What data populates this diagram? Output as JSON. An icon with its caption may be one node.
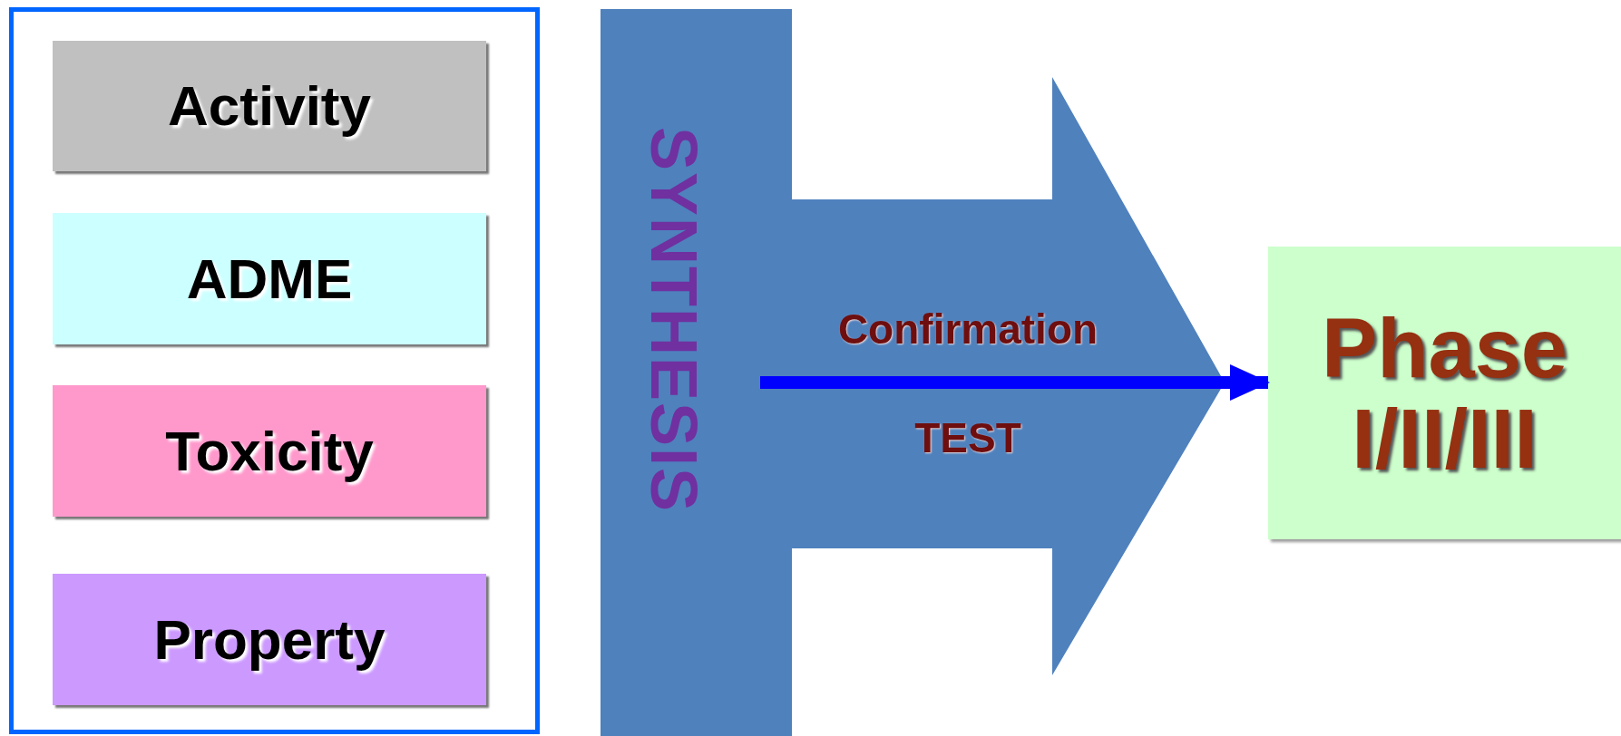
{
  "diagram": {
    "nodes": [
      {
        "text": [],
        "shape": "box"
      },
      {
        "text": [
          "Activity"
        ],
        "in": 0
      },
      {
        "text": [
          "ADME"
        ],
        "in": 0
      },
      {
        "text": [
          "Toxicity"
        ],
        "in": 0
      },
      {
        "text": [
          "Property"
        ],
        "in": 0
      },
      {
        "text": [
          "SYNTHESIS",
          "Confirmation",
          "TEST"
        ]
      },
      {
        "text": [
          "Phase",
          "I/II/III"
        ]
      }
    ],
    "edges": [
      {
        "from": 5,
        "to": 6,
        "arrow": "to"
      }
    ]
  }
}
